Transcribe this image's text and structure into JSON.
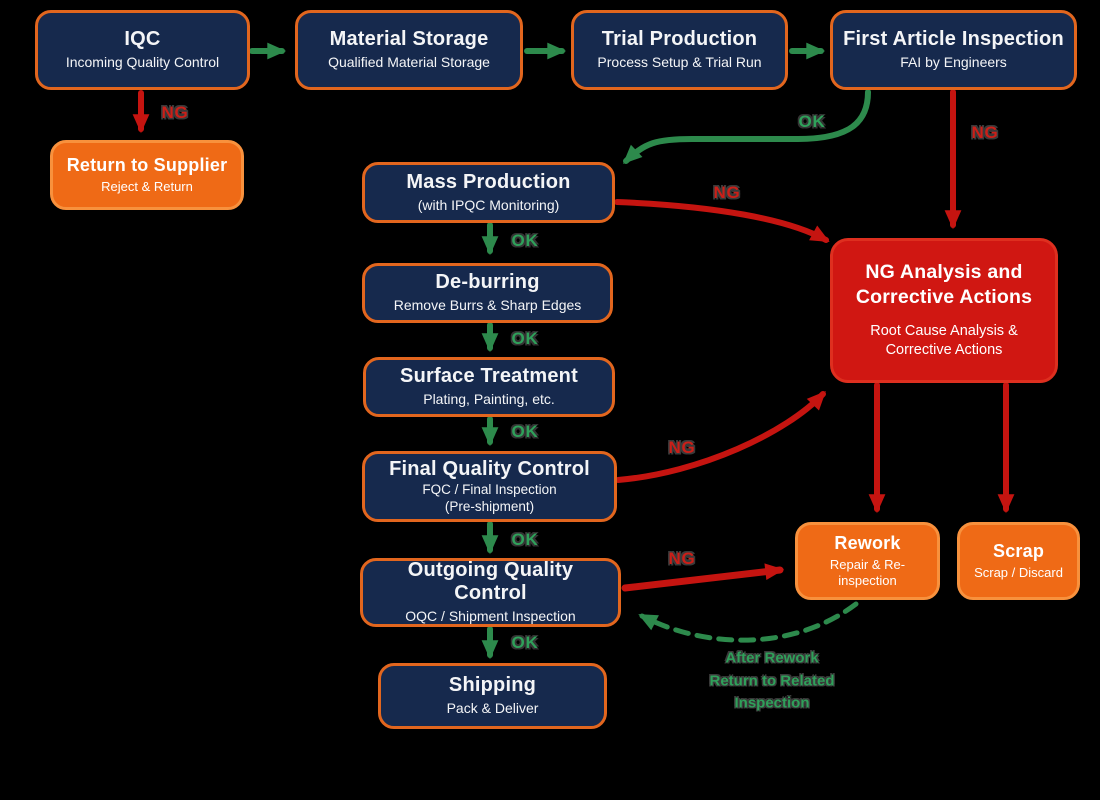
{
  "palette": {
    "background": "#000000",
    "node_fill_navy": "#16294d",
    "node_border_orange": "#e2661e",
    "node_fill_orange": "#ef6a16",
    "node_border_orange_light": "#f8913d",
    "node_fill_red": "#d01712",
    "node_border_red": "#de2f1f",
    "edge_green": "#2d8a4c",
    "edge_red": "#c51410",
    "label_ok_green": "#2fa05a",
    "label_ng_red": "#cb1f18",
    "text_white": "#f4f5f7"
  },
  "nodes": {
    "iqc": {
      "title": "IQC",
      "subtitle": "Incoming Quality Control"
    },
    "material_storage": {
      "title": "Material Storage",
      "subtitle": "Qualified Material Storage"
    },
    "trial_production": {
      "title": "Trial Production",
      "subtitle": "Process Setup & Trial Run"
    },
    "fai": {
      "title": "First Article Inspection",
      "subtitle": "FAI by Engineers"
    },
    "return_to_supplier": {
      "title": "Return to Supplier",
      "subtitle": "Reject & Return"
    },
    "mass_production": {
      "title": "Mass Production",
      "subtitle": "(with IPQC Monitoring)"
    },
    "deburring": {
      "title": "De-burring",
      "subtitle": "Remove Burrs & Sharp Edges"
    },
    "surface_treatment": {
      "title": "Surface Treatment",
      "subtitle": "Plating, Painting, etc."
    },
    "fqc": {
      "title": "Final Quality Control",
      "subtitle": "FQC / Final Inspection",
      "subtitle2": "(Pre-shipment)"
    },
    "oqc": {
      "title": "Outgoing Quality Control",
      "subtitle": "OQC / Shipment Inspection"
    },
    "shipping": {
      "title": "Shipping",
      "subtitle": "Pack & Deliver"
    },
    "ng_analysis": {
      "title": "NG Analysis and Corrective Actions",
      "subtitle": "Root Cause Analysis & Corrective Actions"
    },
    "rework": {
      "title": "Rework",
      "subtitle": "Repair & Re-inspection"
    },
    "scrap": {
      "title": "Scrap",
      "subtitle": "Scrap / Discard"
    }
  },
  "edge_labels": {
    "ok": "OK",
    "ng": "NG",
    "after_rework": "After Rework\nReturn to Related\nInspection"
  }
}
